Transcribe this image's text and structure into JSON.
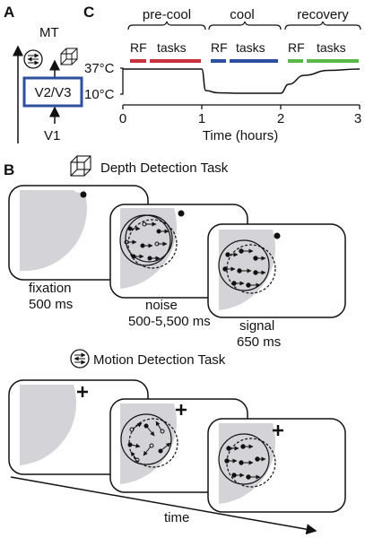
{
  "panels": {
    "a": "A",
    "b": "B",
    "c": "C"
  },
  "panel_a": {
    "top_area": "MT",
    "middle_area": "V2/V3",
    "bottom_area": "V1"
  },
  "panel_c": {
    "phases": [
      "pre-cool",
      "cool",
      "recovery"
    ],
    "rf_label": "RF",
    "tasks_label": "tasks",
    "y_top": "37°C",
    "y_bottom": "10°C",
    "x_ticks": [
      "0",
      "1",
      "2",
      "3"
    ],
    "x_label": "Time (hours)",
    "colors": {
      "precool": "#c8323c",
      "cool": "#2e4f9e",
      "recovery": "#59b84a",
      "box": "#2e4f9e"
    }
  },
  "depth_task": {
    "title": "Depth Detection Task",
    "fixation": "fixation",
    "fixation_time": "500 ms",
    "noise": "noise",
    "noise_time": "500-5,500 ms",
    "signal": "signal",
    "signal_time": "650 ms"
  },
  "motion_task": {
    "title": "Motion Detection Task"
  },
  "time_label": "time",
  "chart_data": {
    "type": "line",
    "xlabel": "Time (hours)",
    "ylabel": "",
    "x": [
      0,
      1,
      1.05,
      1.2,
      1.5,
      2.0,
      2.1,
      2.3,
      2.6,
      3.0
    ],
    "y": [
      37,
      37,
      13,
      10.5,
      10,
      10,
      20,
      30,
      35.5,
      37
    ],
    "xlim": [
      0,
      3
    ],
    "ylim": [
      10,
      37
    ],
    "yticks": [
      "10°C",
      "37°C"
    ],
    "xticks": [
      0,
      1,
      2,
      3
    ]
  }
}
